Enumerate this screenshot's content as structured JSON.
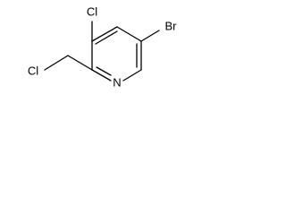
{
  "molecule": {
    "atoms": {
      "chlorine_ring": "Cl",
      "bromine": "Br",
      "chlorine_methyl": "Cl",
      "nitrogen": "N"
    },
    "colors": {
      "bond": "#000000",
      "label": "#000000",
      "background": "#ffffff"
    }
  }
}
